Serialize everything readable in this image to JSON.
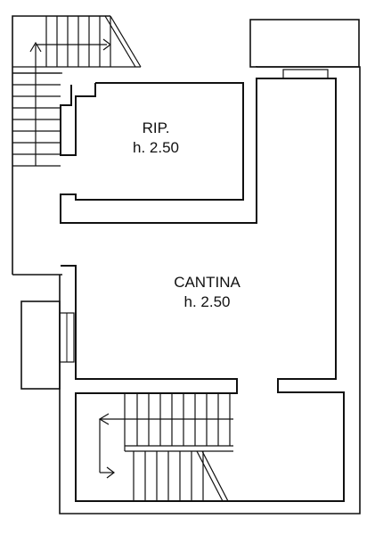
{
  "rooms": {
    "rip": {
      "name": "RIP.",
      "height": "h. 2.50"
    },
    "cantina": {
      "name": "CANTINA",
      "height": "h. 2.50"
    }
  },
  "colors": {
    "line": "#111111",
    "background": "#ffffff"
  }
}
